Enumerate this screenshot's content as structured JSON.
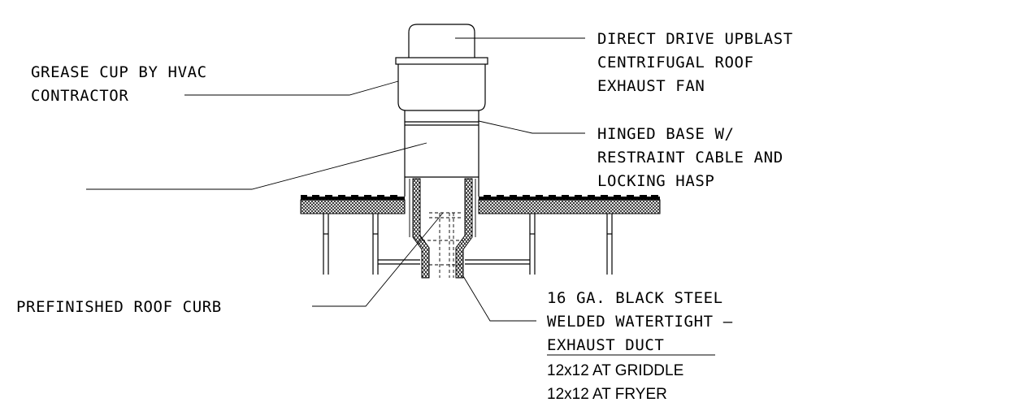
{
  "labels": {
    "fan": [
      "DIRECT DRIVE UPBLAST",
      "CENTRIFUGAL ROOF",
      "EXHAUST FAN"
    ],
    "grease_cup": [
      "GREASE CUP BY HVAC",
      "CONTRACTOR"
    ],
    "hinged_base": [
      "HINGED BASE W/",
      "RESTRAINT CABLE AND",
      "LOCKING HASP"
    ],
    "roof_curb": "PREFINISHED ROOF CURB",
    "duct": [
      "16 GA. BLACK STEEL",
      "WELDED WATERTIGHT –",
      "EXHAUST DUCT"
    ],
    "duct_sizes": [
      "12x12 AT GRIDDLE",
      "12x12 AT FRYER"
    ]
  }
}
